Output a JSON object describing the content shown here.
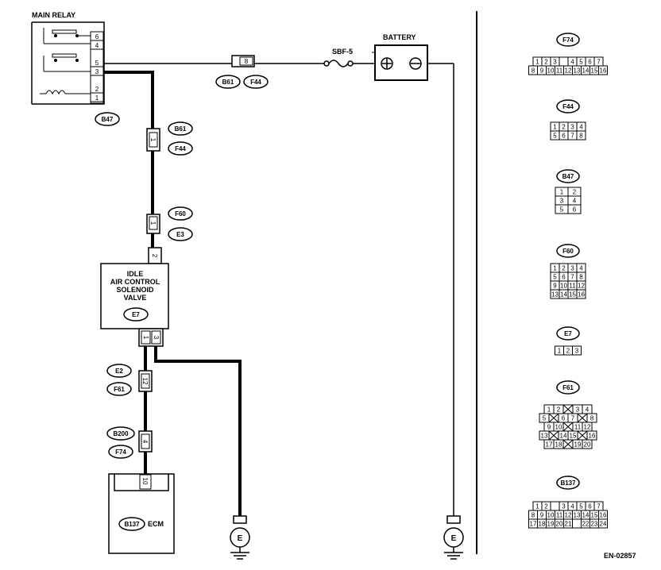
{
  "diagram": {
    "main_relay_label": "MAIN RELAY",
    "battery_label": "BATTERY",
    "fuse_label": "SBF-5",
    "iacv_label": [
      "IDLE",
      "AIR CONTROL",
      "SOLENOID",
      "VALVE"
    ],
    "ecm_label": "ECM",
    "ground_label": "E",
    "doc_code": "EN-02857",
    "relay_pins": [
      "6",
      "4",
      "5",
      "3",
      "2",
      "1"
    ],
    "wire_pins": {
      "b61_f44_top": "8",
      "b61_f44_left": "1",
      "f60_e3_top": "1",
      "f60_e3_bottom": "2",
      "e7_left": "1",
      "e7_right": "3",
      "e2_f61": "12",
      "b200_f74": "4",
      "ecm": "10"
    },
    "connector_tags": {
      "b47": "B47",
      "b61_top": "B61",
      "f44_top": "F44",
      "b61_left": "B61",
      "f44_left": "F44",
      "f60": "F60",
      "e3": "E3",
      "e7": "E7",
      "e2": "E2",
      "f61": "F61",
      "b200": "B200",
      "f74": "F74",
      "b137": "B137"
    }
  },
  "connector_views": [
    {
      "id": "F74",
      "rows": [
        [
          "1",
          "2",
          "3",
          "",
          "4",
          "5",
          "6",
          "7"
        ],
        [
          "8",
          "9",
          "10",
          "11",
          "12",
          "13",
          "14",
          "15",
          "16"
        ]
      ]
    },
    {
      "id": "F44",
      "rows": [
        [
          "1",
          "2",
          "3",
          "4"
        ],
        [
          "5",
          "6",
          "7",
          "8"
        ]
      ]
    },
    {
      "id": "B47",
      "rows": [
        [
          "1",
          "2"
        ],
        [
          "3",
          "4"
        ],
        [
          "5",
          "6"
        ]
      ]
    },
    {
      "id": "F60",
      "rows": [
        [
          "1",
          "2",
          "3",
          "4"
        ],
        [
          "5",
          "6",
          "7",
          "8"
        ],
        [
          "9",
          "10",
          "11",
          "12"
        ],
        [
          "13",
          "14",
          "15",
          "16"
        ]
      ]
    },
    {
      "id": "E7",
      "rows": [
        [
          "1",
          "2",
          "3"
        ]
      ]
    },
    {
      "id": "F61",
      "rows": [
        [
          "1",
          "2",
          "",
          "3",
          "4"
        ],
        [
          "5",
          "",
          "6",
          "7",
          "",
          "8"
        ],
        [
          "9",
          "10",
          "",
          "11",
          "12"
        ],
        [
          "13",
          "",
          "14",
          "15",
          "",
          "16"
        ],
        [
          "17",
          "18",
          "",
          "19",
          "20"
        ]
      ]
    },
    {
      "id": "B137",
      "rows": [
        [
          "1",
          "2",
          "",
          "3",
          "4",
          "5",
          "6",
          "7"
        ],
        [
          "8",
          "9",
          "10",
          "11",
          "12",
          "13",
          "14",
          "15",
          "16"
        ],
        [
          "17",
          "18",
          "19",
          "20",
          "21",
          "",
          "22",
          "23",
          "24"
        ]
      ]
    }
  ]
}
